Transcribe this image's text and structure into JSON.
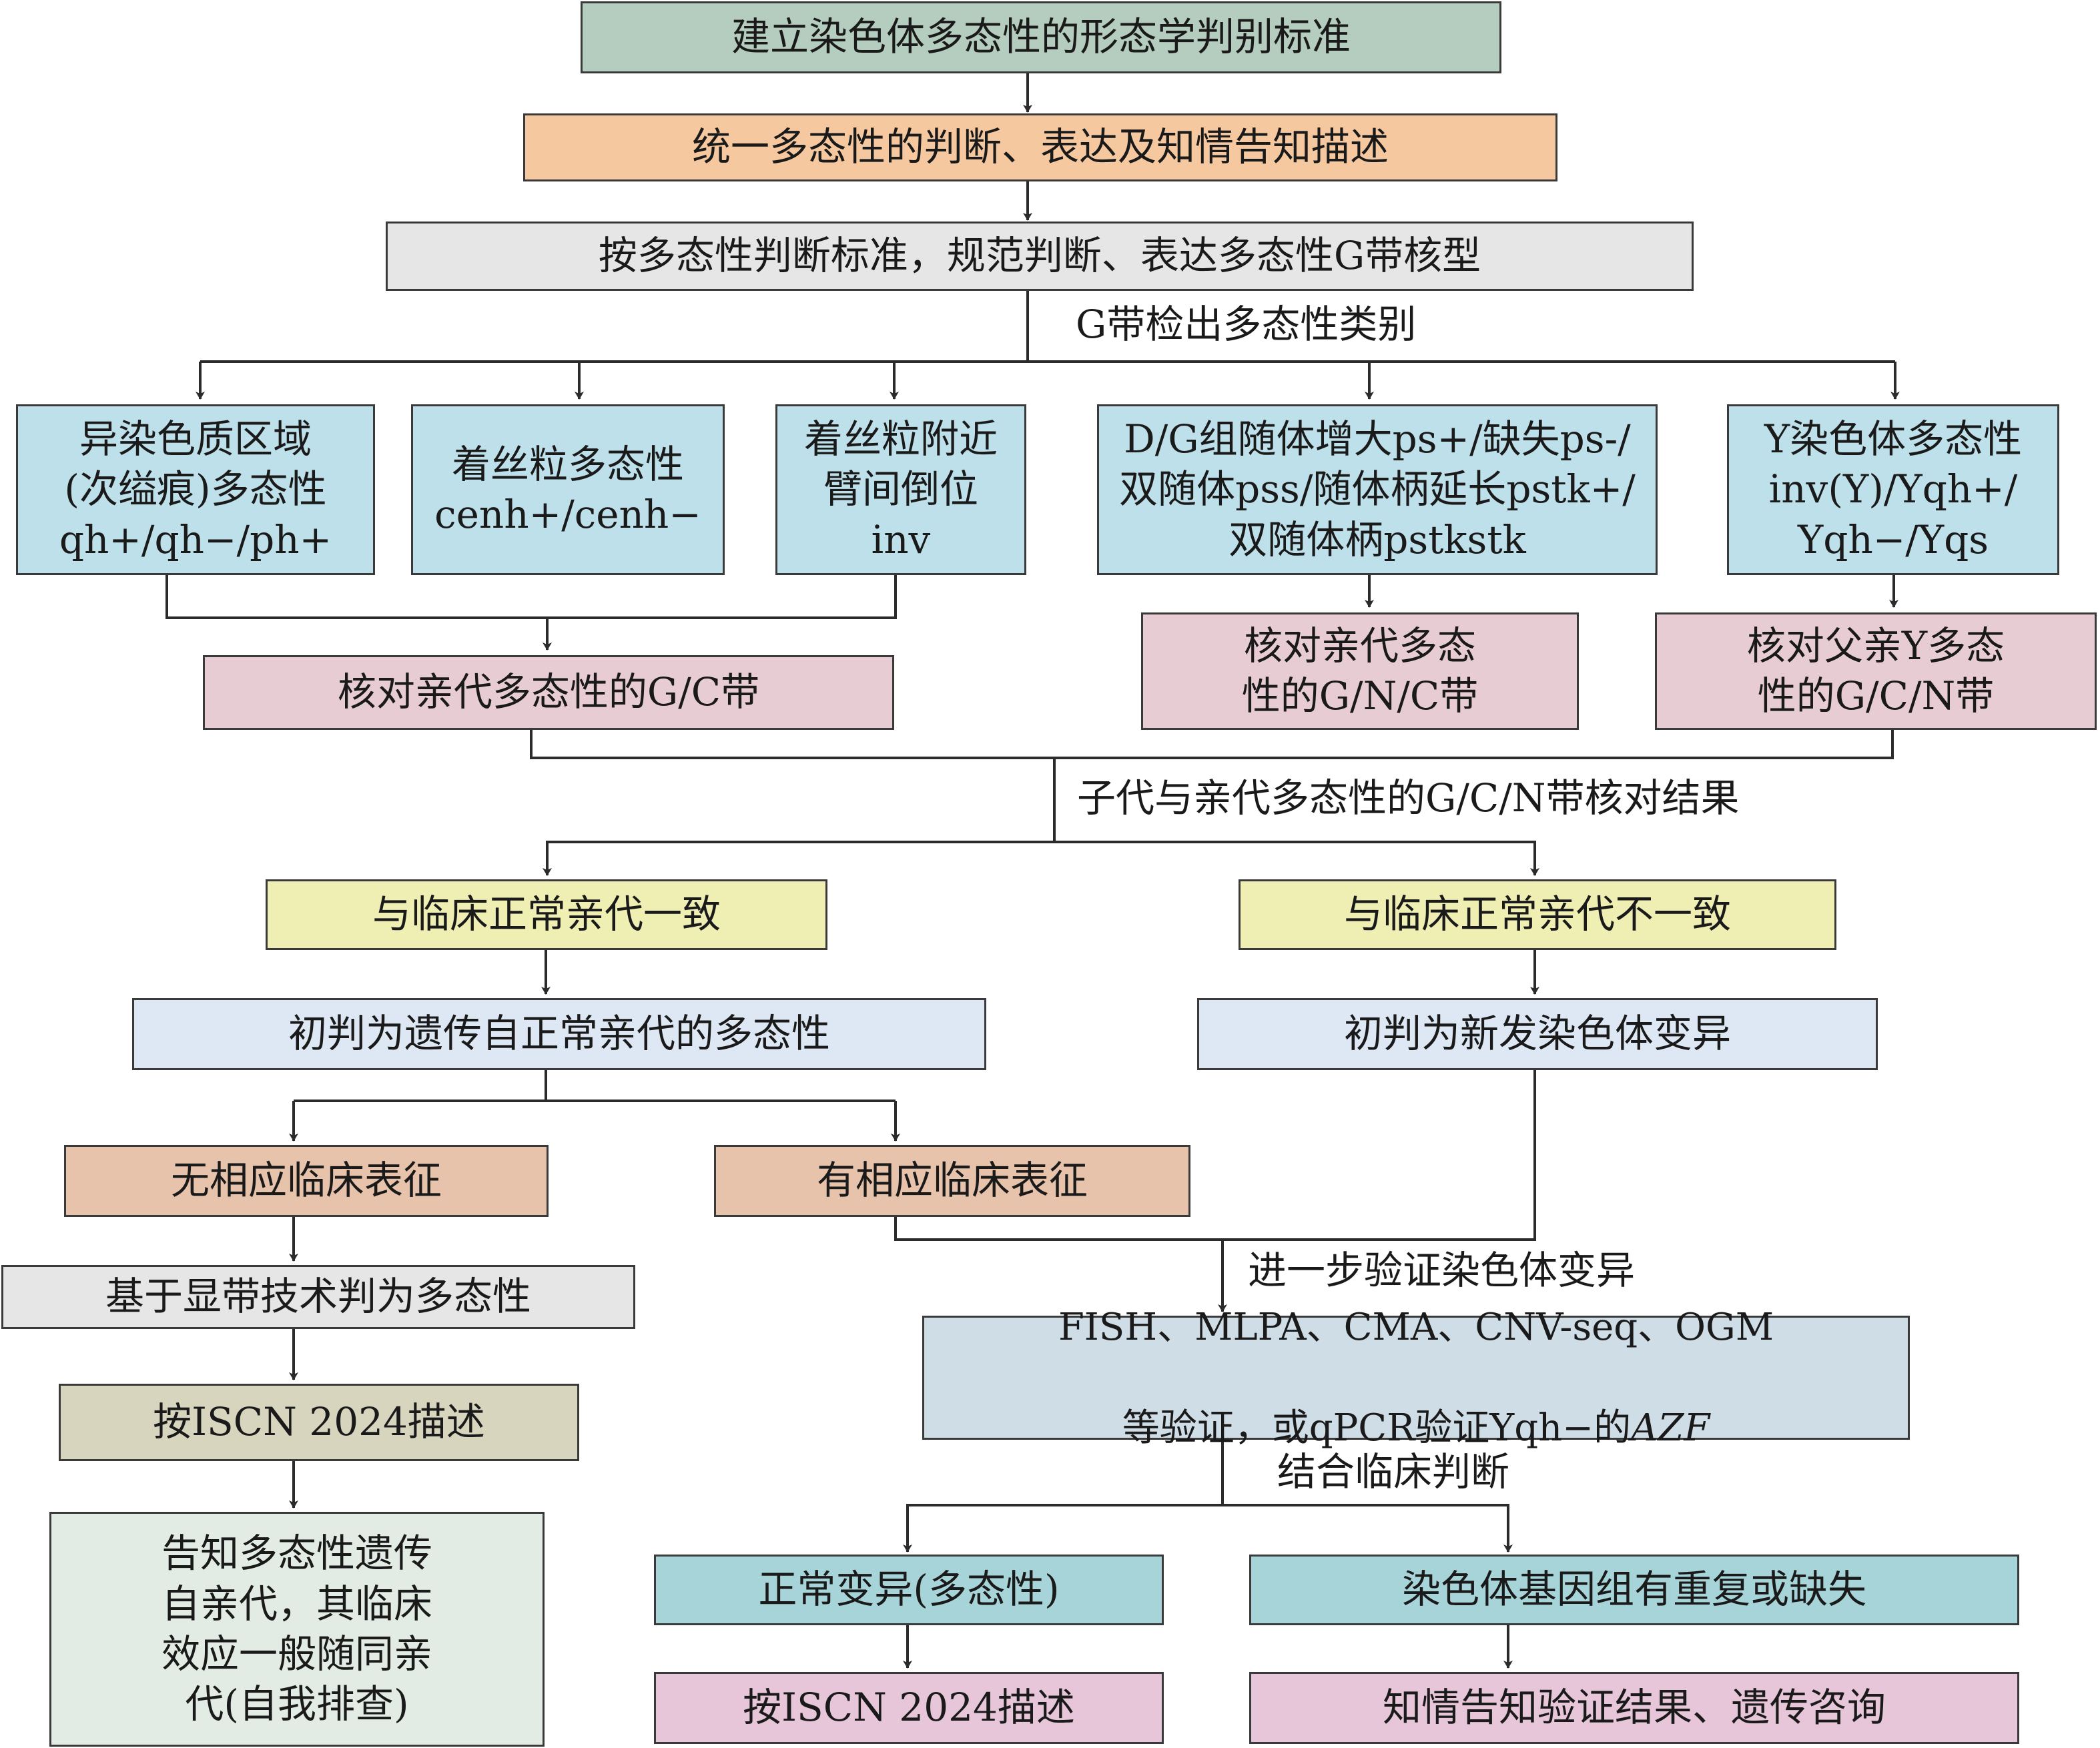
{
  "colors": {
    "sage": "#b4cdbf",
    "orange": "#f5c8a0",
    "gray": "#e6e6e6",
    "blue": "#bde0ea",
    "pink": "#e8ccd4",
    "yellow": "#efefb4",
    "lightblue": "#dde8f4",
    "tan": "#e7c3ab",
    "olive": "#d7d5bd",
    "mint": "#e2ebe4",
    "steel": "#cfdde7",
    "teal": "#a6d4d9",
    "mauve": "#e6c6d8",
    "line": "#2b2b2b"
  },
  "nodes": {
    "n1": "建立染色体多态性的形态学判别标准",
    "n2": "统一多态性的判断、表达及知情告知描述",
    "n3": "按多态性判断标准，规范判断、表达多态性G带核型",
    "c1": "异染色质区域\n(次缢痕)多态性\nqh+/qh−/ph+",
    "c2": "着丝粒多态性\ncenh+/cenh−",
    "c3": "着丝粒附近\n臂间倒位\ninv",
    "c4": "D/G组随体增大ps+/缺失ps-/\n双随体pss/随体柄延长pstk+/\n双随体柄pstkstk",
    "c5": "Y染色体多态性\ninv(Y)/Yqh+/\nYqh−/Yqs",
    "v1": "核对亲代多态性的G/C带",
    "v2": "核对亲代多态\n性的G/N/C带",
    "v3": "核对父亲Y多态\n性的G/C/N带",
    "left1": "与临床正常亲代一致",
    "right1": "与临床正常亲代不一致",
    "left2": "初判为遗传自正常亲代的多态性",
    "right2": "初判为新发染色体变异",
    "ll1": "无相应临床表征",
    "lr1": "有相应临床表征",
    "ll2": "基于显带技术判为多态性",
    "ll3": "按ISCN 2024描述",
    "ll4": "告知多态性遗传\n自亲代，其临床\n效应一般随同亲\n代(自我排查)",
    "verify_line1": "FISH、MLPA、CMA、CNV-seq、OGM",
    "verify_line2_prefix": "等验证，或qPCR验证Yqh−的",
    "verify_line2_italic": "AZF",
    "bl1": "正常变异(多态性)",
    "bl2": "按ISCN 2024描述",
    "br1": "染色体基因组有重复或缺失",
    "br2": "知情告知验证结果、遗传咨询"
  },
  "labels": {
    "g_band": "G带检出多态性类别",
    "result": "子代与亲代多态性的G/C/N带核对结果",
    "further": "进一步验证染色体变异",
    "clinical": "结合临床判断"
  }
}
